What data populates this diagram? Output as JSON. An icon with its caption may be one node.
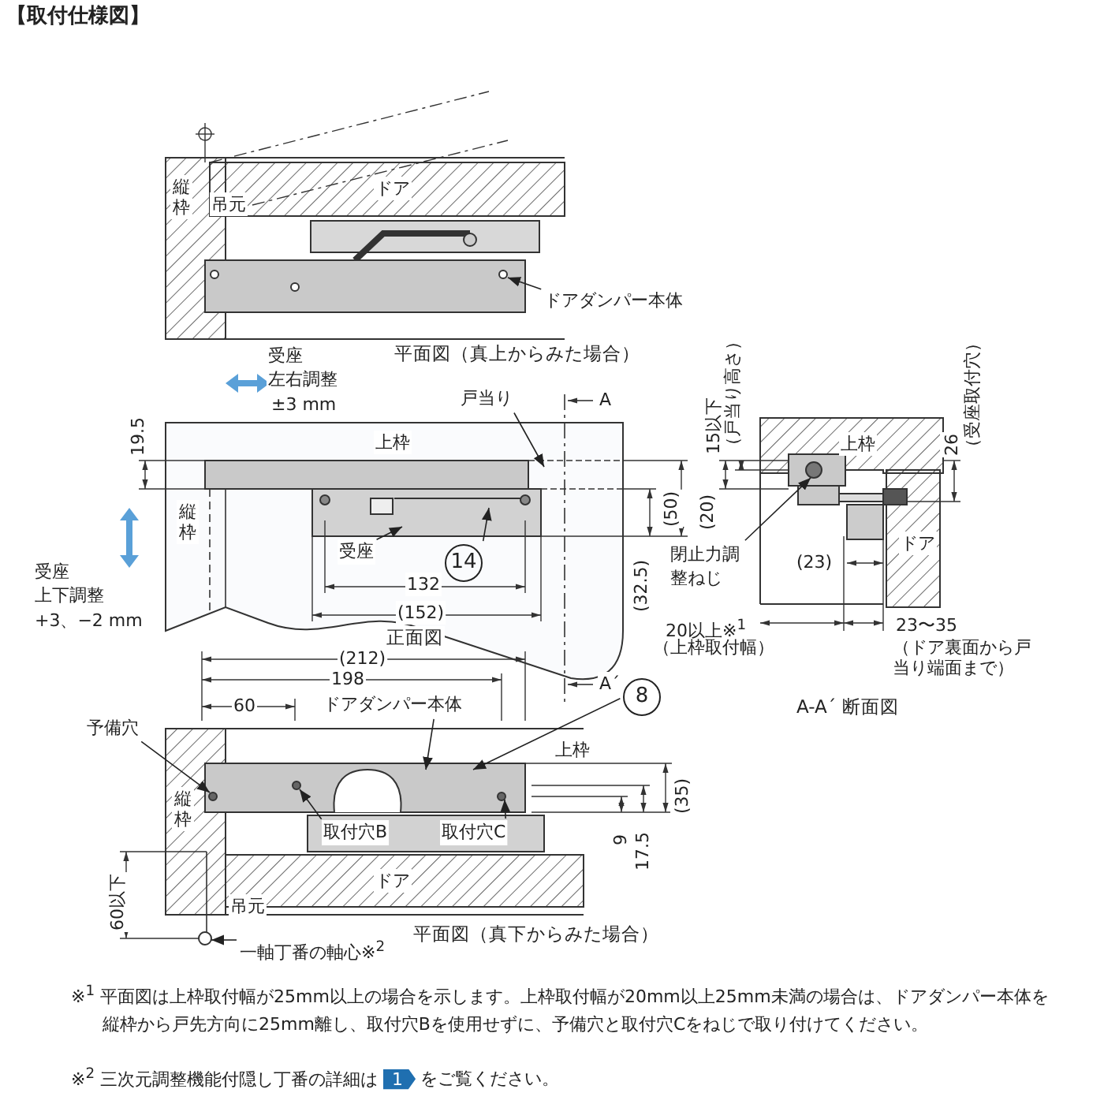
{
  "diagram": {
    "title": "【取付仕様図】",
    "nodes": [
      {
        "text": [
          "ドアダンパー本体"
        ]
      },
      {
        "text": [
          "戸当り"
        ]
      },
      {
        "text": [
          "受座"
        ]
      },
      {
        "text": [
          "14"
        ]
      },
      {
        "text": [
          "閉止力調整ねじ"
        ]
      },
      {
        "text": [
          "予備穴"
        ]
      },
      {
        "text": [
          "ドアダンパー本体"
        ]
      },
      {
        "text": [
          "8"
        ]
      },
      {
        "text": [
          "取付穴B"
        ]
      },
      {
        "text": [
          "取付穴C"
        ]
      },
      {
        "text": [
          "一軸丁番の軸心※$^{2}$"
        ]
      },
      {
        "text": [],
        "shape": "box"
      },
      {
        "text": [],
        "shape": "circle"
      },
      {
        "text": [],
        "shape": "box"
      },
      {
        "text": [],
        "shape": "circle",
        "in": 13
      },
      {
        "text": [],
        "shape": "circle",
        "in": 13
      },
      {
        "text": [],
        "shape": "circle",
        "in": 13
      },
      {
        "text": [],
        "shape": "circle"
      }
    ],
    "edges": [
      {
        "from": 0,
        "to": 11,
        "arrow": "to"
      },
      {
        "from": 1,
        "to": null,
        "arrow": "to"
      },
      {
        "from": 2,
        "to": null,
        "arrow": "to"
      },
      {
        "from": 3,
        "to": null,
        "arrow": "to"
      },
      {
        "from": 4,
        "to": 12,
        "arrow": "to"
      },
      {
        "from": 5,
        "to": 15,
        "arrow": "to"
      },
      {
        "from": 6,
        "to": 13,
        "arrow": "to"
      },
      {
        "from": 7,
        "to": 13,
        "arrow": "to"
      },
      {
        "from": 8,
        "to": 14,
        "arrow": "to"
      },
      {
        "from": 9,
        "to": 16,
        "arrow": "to"
      },
      {
        "from": 10,
        "to": 17,
        "arrow": "to"
      }
    ],
    "labels": [
      "縦枠",
      "吊元",
      "ドア",
      "平面図（真上からみた場合）",
      "受座",
      "左右調整",
      "±3 mm",
      "A",
      "19.5",
      "上枠",
      "縦枠",
      "受座",
      "上下調整",
      "+3、−2 mm",
      "132",
      "(152)",
      "(50)",
      "(32.5)",
      "正面図",
      "A´",
      "(212)",
      "198",
      "60",
      "上枠",
      "縦枠",
      "ドア",
      "吊元",
      "60以下",
      "9",
      "17.5",
      "(35)",
      "平面図（真下からみた場合）",
      "15以下",
      "（戸当り高さ）",
      "26",
      "（受座取付穴）",
      "上枠",
      "(20)",
      "(23)",
      "ドア",
      "20以上※$^{1}$",
      "（上枠取付幅）",
      "23〜35",
      "（ドア裏面から戸当り端面まで）",
      "A-A´ 断面図",
      "※$^{1}$ 平面図は上枠取付幅が25mm以上の場合を示します。上枠取付幅が20mm以上25mm未満の場合は、ドアダンパー本体を縦枠から戸先方向に25mm離し、取付穴Bを使用せずに、予備穴と取付穴Cをねじで取り付けてください。",
      "※$^{2}$ 三次元調整機能付隠し丁番の詳細は",
      "1",
      "をご覧ください。"
    ]
  }
}
